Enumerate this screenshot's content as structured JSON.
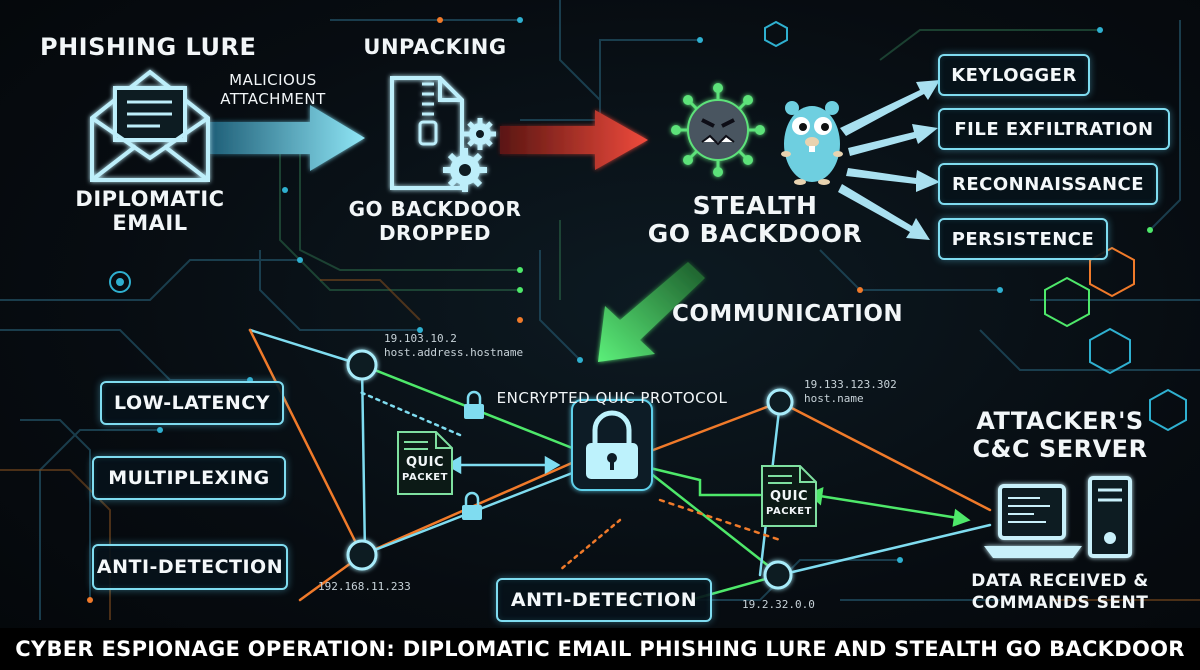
{
  "sections": {
    "lure": {
      "title": "Phishing Lure",
      "caption_line1": "Diplomatic",
      "caption_line2": "Email"
    },
    "arrow1": {
      "line1": "Malicious",
      "line2": "Attachment"
    },
    "unpack": {
      "title": "Unpacking",
      "caption_line1": "Go Backdoor",
      "caption_line2": "Dropped"
    },
    "backdoor": {
      "line1": "Stealth",
      "line2": "Go Backdoor"
    },
    "capabilities": [
      "Keylogger",
      "File Exfiltration",
      "Reconnaissance",
      "Persistence"
    ],
    "communication": "Communication",
    "protocol": "Encrypted QUIC Protocol",
    "features": [
      "Low-Latency",
      "Multiplexing",
      "Anti-Detection"
    ],
    "anti_detection_2": "Anti-Detection",
    "packet": {
      "line1": "QUIC",
      "line2": "Packet"
    },
    "nodes": {
      "n1": {
        "ip": "19.103.10.2",
        "host": "host.address.hostname"
      },
      "n2": {
        "ip": "192.168.11.233"
      },
      "n3": {
        "ip": "19.133.123.302",
        "host": "host.name"
      },
      "n4": {
        "ip": "19.2.32.0.0"
      }
    },
    "server": {
      "title_line1": "Attacker's",
      "title_line2": "C&C Server",
      "caption_line1": "Data Received &",
      "caption_line2": "Commands Sent"
    }
  },
  "footer": "CYBER ESPIONAGE OPERATION: DIPLOMATIC EMAIL PHISHING LURE AND STEALTH GO BACKDOOR",
  "colors": {
    "cyan": "#7fdcf0",
    "orange": "#f07a2a",
    "green": "#4ee86a",
    "red": "#e8463a",
    "gopher": "#6ecfe0",
    "virus": "#4a5560"
  },
  "icons": [
    "envelope-icon",
    "zip-file-icon",
    "gear-icon",
    "virus-icon",
    "gopher-icon",
    "padlock-icon",
    "packet-file-icon",
    "laptop-icon",
    "server-tower-icon",
    "hexagon-icon"
  ]
}
